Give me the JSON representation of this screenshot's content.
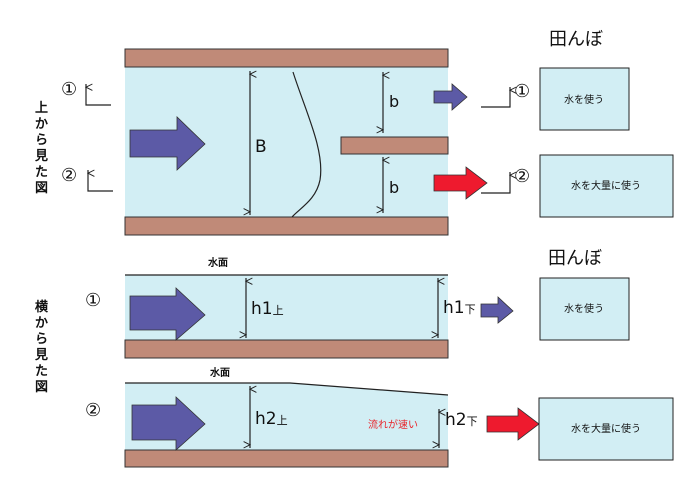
{
  "colors": {
    "water": "#d2eef4",
    "bank": "#c08a78",
    "bank_stroke": "#333333",
    "arrow_blue": "#5c5aa6",
    "arrow_red": "#ee1a2e",
    "note_red": "#e8252b",
    "line": "#222222"
  },
  "top_view": {
    "side_label": [
      "上",
      "か",
      "ら",
      "見",
      "た",
      "図"
    ],
    "section_1": "①",
    "section_2": "②",
    "width_label": "B",
    "channel_width_label_upper": "b",
    "channel_width_label_lower": "b"
  },
  "side_view": {
    "side_label": [
      "横",
      "か",
      "ら",
      "見",
      "た",
      "図"
    ],
    "section_1": "①",
    "section_2": "②",
    "surface_label_1": "水面",
    "surface_label_2": "水面",
    "h1_up": "h1",
    "h1_up_sub": "上",
    "h1_down": "h1",
    "h1_down_sub": "下",
    "h2_up": "h2",
    "h2_up_sub": "上",
    "h2_down": "h2",
    "h2_down_sub": "下",
    "fast_flow_note": "流れが速い"
  },
  "rice_fields": {
    "title_top": "田んぼ",
    "title_bottom": "田んぼ",
    "box1_top": "水を使う",
    "box2_top": "水を大量に使う",
    "box1_bottom": "水を使う",
    "box2_bottom": "水を大量に使う"
  }
}
